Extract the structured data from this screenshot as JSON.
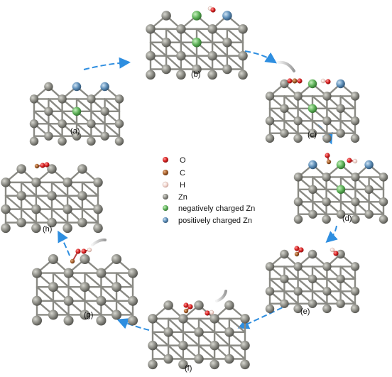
{
  "panels": [
    {
      "id": "a",
      "label": "(a)"
    },
    {
      "id": "b",
      "label": "(b)"
    },
    {
      "id": "c",
      "label": "(c)"
    },
    {
      "id": "d",
      "label": "(d)"
    },
    {
      "id": "e",
      "label": "(e)"
    },
    {
      "id": "f",
      "label": "(f)"
    },
    {
      "id": "g",
      "label": "(g)"
    },
    {
      "id": "h",
      "label": "(h)"
    }
  ],
  "legend": [
    {
      "label": "O",
      "color": "#d82020"
    },
    {
      "label": "C",
      "color": "#a8602a"
    },
    {
      "label": "H",
      "color": "#f3d9d2"
    },
    {
      "label": "Zn",
      "color": "#8f8f8f"
    },
    {
      "label": "negatively charged Zn",
      "color": "#5fb35a"
    },
    {
      "label": "positively charged Zn",
      "color": "#5d8eb8"
    }
  ],
  "colors": {
    "zn": "#8b8b84",
    "bond": "#8a8a84",
    "arrow": "#2e8ee0",
    "oxygen": "#d82020",
    "carbon": "#a8602a",
    "hydrogen": "#f3d9d2",
    "neg_zn": "#5fb35a",
    "pos_zn": "#5d8eb8"
  }
}
